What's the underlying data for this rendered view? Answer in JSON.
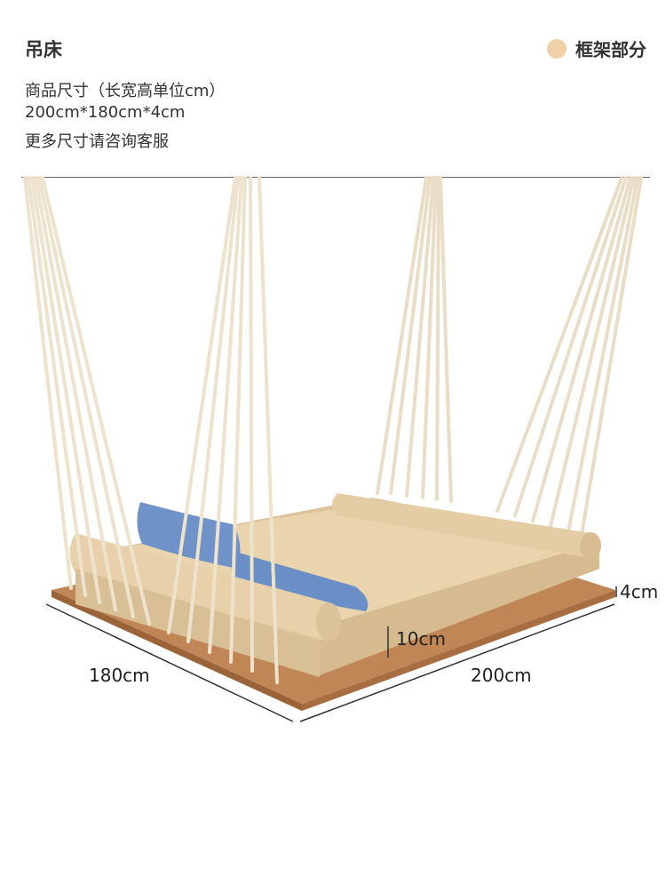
{
  "header": {
    "title": "吊床",
    "legend_label": "框架部分",
    "legend_color": "#f0d0a6"
  },
  "spec": {
    "line1": "商品尺寸（长宽高单位cm）",
    "line2": "200cm*180cm*4cm",
    "line3": "更多尺寸请咨询客服"
  },
  "dimensions": {
    "width_label": "180cm",
    "length_label": "200cm",
    "cushion_label": "10cm",
    "board_label": "4cm"
  },
  "colors": {
    "board": "#b57a4c",
    "cushion": "#e6cfa8",
    "rope": "#ede2cc",
    "pillow": "#6f93c9"
  }
}
